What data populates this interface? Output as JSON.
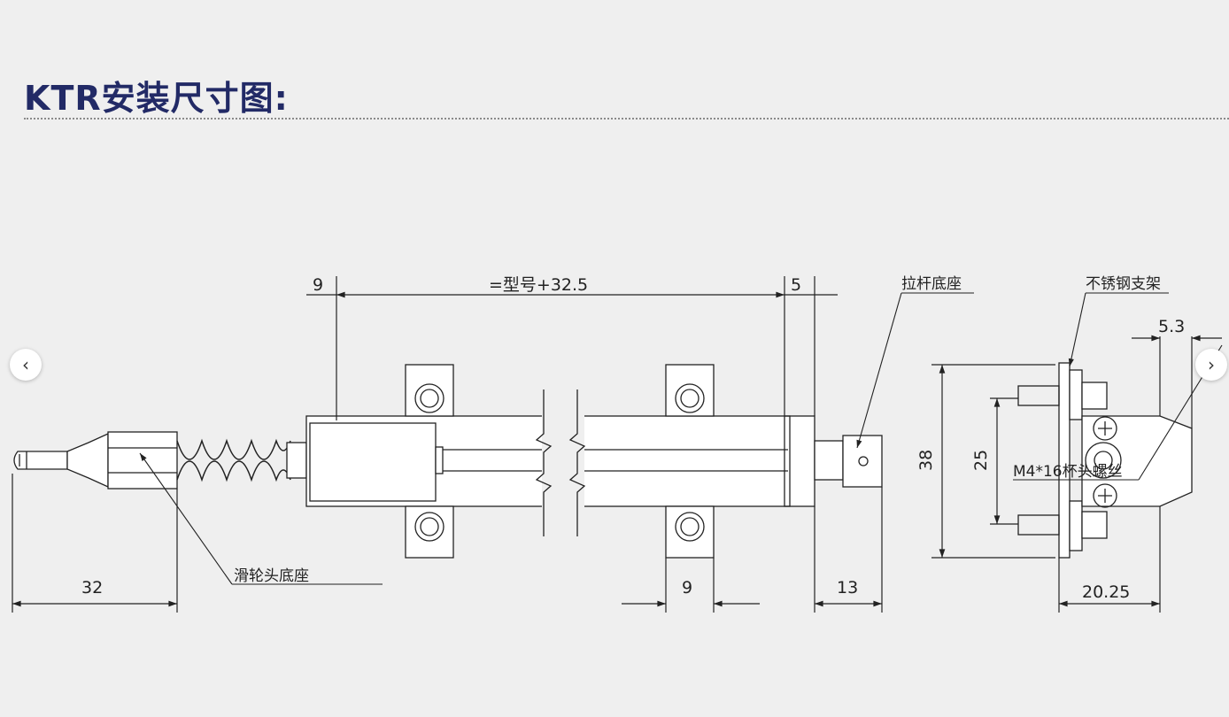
{
  "title": "KTR安装尺寸图:",
  "dimensions": {
    "d9_left": "9",
    "length_formula": "=型号+32.5",
    "d5": "5",
    "d32": "32",
    "d9_bottom": "9",
    "d13": "13",
    "d38": "38",
    "d25": "25",
    "d5_3": "5.3",
    "d20_25": "20.25"
  },
  "labels": {
    "pulley_base": "滑轮头底座",
    "rod_base": "拉杆底座",
    "bracket": "不锈钢支架",
    "screw": "M4*16杯头螺丝"
  },
  "nav": {
    "prev_icon": "‹",
    "next_icon": "›"
  },
  "colors": {
    "title": "#222a66",
    "line": "#222222",
    "background": "#efefef"
  }
}
